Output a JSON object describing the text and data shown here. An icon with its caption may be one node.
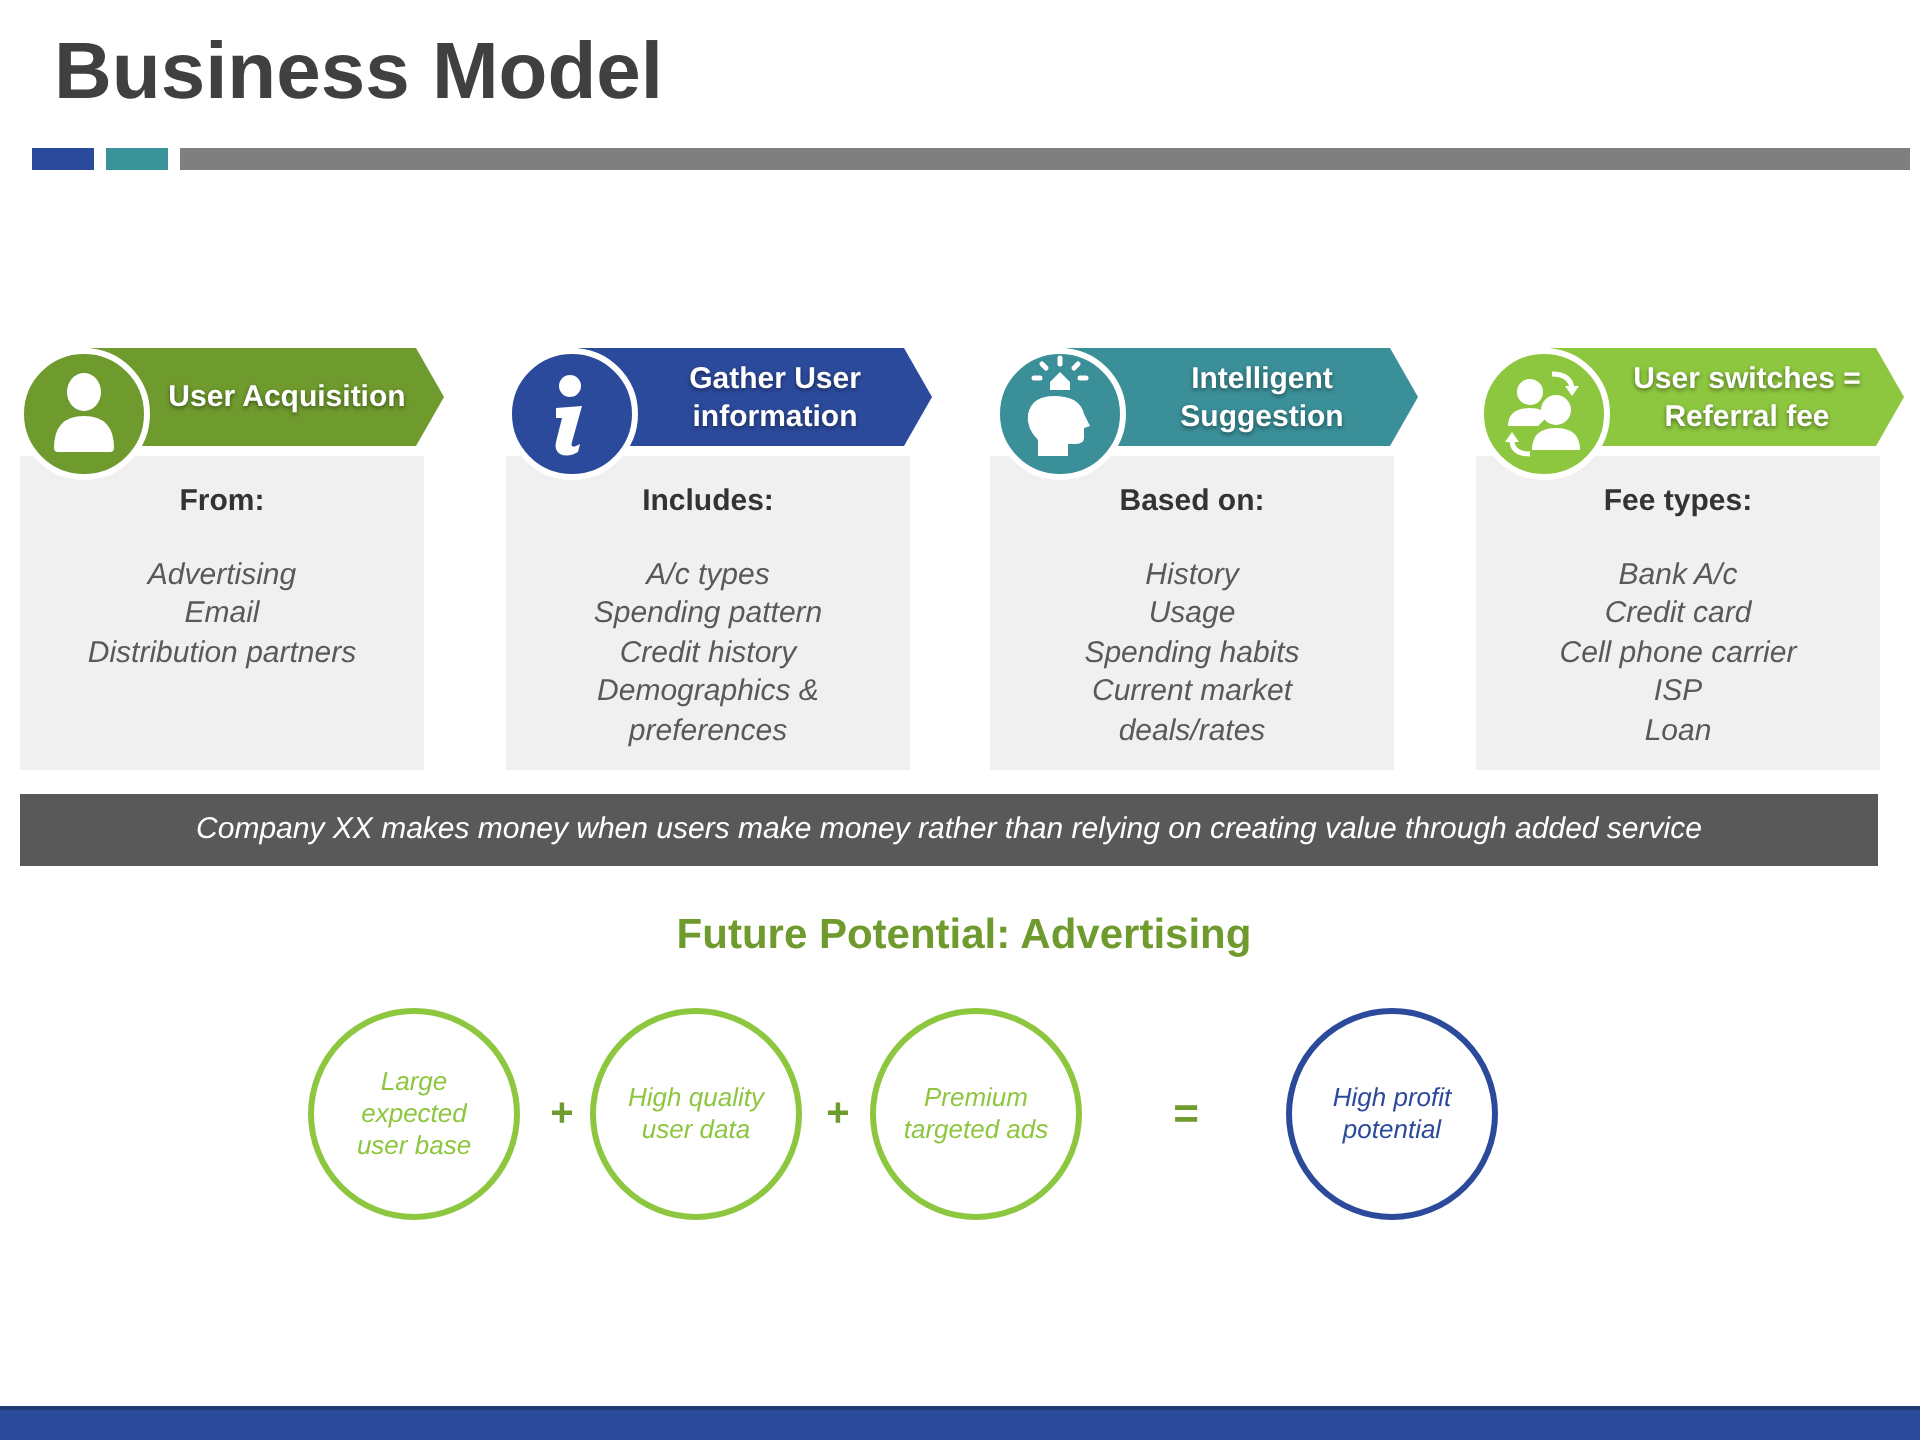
{
  "diagram": {
    "title": "Business Model",
    "nodes": [
      {
        "text": [
          "User Acquisition"
        ]
      },
      {
        "text": [
          "From:",
          "Advertising",
          "Email",
          "Distribution partners"
        ]
      },
      {
        "text": [
          "Gather User information"
        ]
      },
      {
        "text": [
          "Includes:",
          "A/c types",
          "Spending pattern",
          "Credit history",
          "Demographics & preferences"
        ]
      },
      {
        "text": [
          "Intelligent Suggestion"
        ]
      },
      {
        "text": [
          "Based on:",
          "History",
          "Usage",
          "Spending habits",
          "Current market deals/rates"
        ]
      },
      {
        "text": [
          "User switches = Referral fee"
        ]
      },
      {
        "text": [
          "Fee types:",
          "Bank A/c",
          "Credit card",
          "Cell phone carrier",
          "ISP",
          "Loan"
        ]
      },
      {
        "text": [
          "Company XX makes money when users make money rather than relying on creating value through added service"
        ]
      },
      {
        "text": [
          "Large expected user base"
        ]
      },
      {
        "text": [
          "High quality user data"
        ]
      },
      {
        "text": [
          "Premium targeted ads"
        ]
      },
      {
        "text": [
          "High profit potential"
        ]
      }
    ],
    "labels": [
      "Future Potential: Advertising",
      "+",
      "+",
      "="
    ]
  }
}
